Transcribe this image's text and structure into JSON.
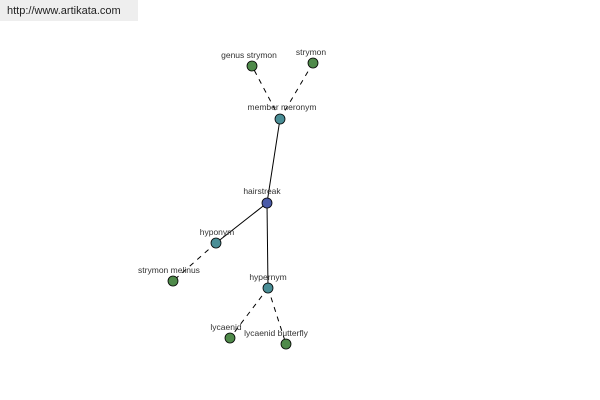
{
  "header": {
    "url_text": "http://www.artikata.com"
  },
  "colors": {
    "center_node": "#4a5aa8",
    "relation_node": "#4a8e96",
    "leaf_node": "#4f8a4a",
    "edge": "#000000"
  },
  "graph": {
    "nodes": [
      {
        "id": "hairstreak",
        "label": "hairstreak",
        "kind": "center"
      },
      {
        "id": "member-meronym",
        "label": "member meronym",
        "kind": "relation"
      },
      {
        "id": "hyponym",
        "label": "hyponym",
        "kind": "relation"
      },
      {
        "id": "hypernym",
        "label": "hypernym",
        "kind": "relation"
      },
      {
        "id": "genus-strymon",
        "label": "genus strymon",
        "kind": "leaf"
      },
      {
        "id": "strymon",
        "label": "strymon",
        "kind": "leaf"
      },
      {
        "id": "strymon-melinus",
        "label": "strymon melinus",
        "kind": "leaf"
      },
      {
        "id": "lycaenid",
        "label": "lycaenid",
        "kind": "leaf"
      },
      {
        "id": "lycaenid-butterfly",
        "label": "lycaenid butterfly",
        "kind": "leaf"
      }
    ],
    "edges": [
      {
        "from": "hairstreak",
        "to": "member-meronym",
        "style": "solid"
      },
      {
        "from": "hairstreak",
        "to": "hyponym",
        "style": "solid"
      },
      {
        "from": "hairstreak",
        "to": "hypernym",
        "style": "solid"
      },
      {
        "from": "member-meronym",
        "to": "genus-strymon",
        "style": "dashed"
      },
      {
        "from": "member-meronym",
        "to": "strymon",
        "style": "dashed"
      },
      {
        "from": "hyponym",
        "to": "strymon-melinus",
        "style": "dashed"
      },
      {
        "from": "hypernym",
        "to": "lycaenid",
        "style": "dashed"
      },
      {
        "from": "hypernym",
        "to": "lycaenid-butterfly",
        "style": "dashed"
      }
    ]
  }
}
